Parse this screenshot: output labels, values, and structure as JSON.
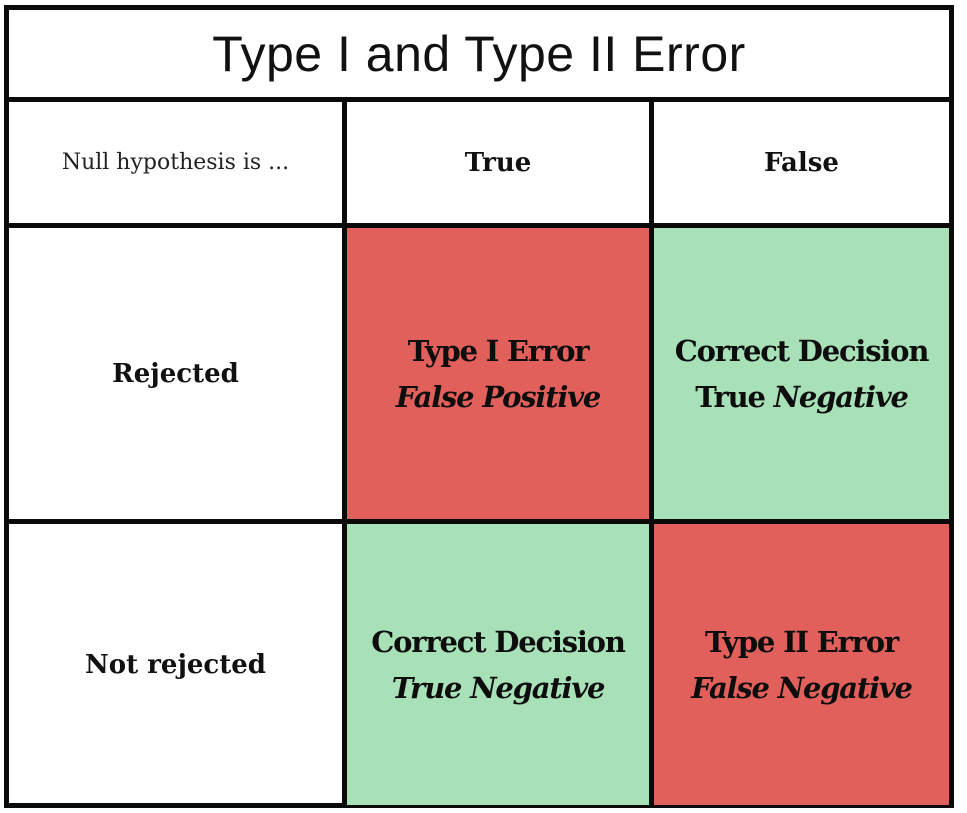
{
  "title": "Type I and Type II Error",
  "header": {
    "corner": "Null hypothesis is ...",
    "col_true": "True",
    "col_false": "False"
  },
  "rows": {
    "rejected": "Rejected",
    "not_rejected": "Not rejected"
  },
  "cells": {
    "rejected_true": {
      "line1": "Type I Error",
      "line2": "False Positive"
    },
    "rejected_false": {
      "line1": "Correct Decision",
      "line2_plain": "True",
      "line2_italic": "Negative"
    },
    "notrejected_true": {
      "line1": "Correct Decision",
      "line2": "True Negative"
    },
    "notrejected_false": {
      "line1": "Type II Error",
      "line2": "False Negative"
    }
  },
  "colors": {
    "error": "#e1605c",
    "correct": "#a8e0b8",
    "border": "#0a0a0a"
  }
}
